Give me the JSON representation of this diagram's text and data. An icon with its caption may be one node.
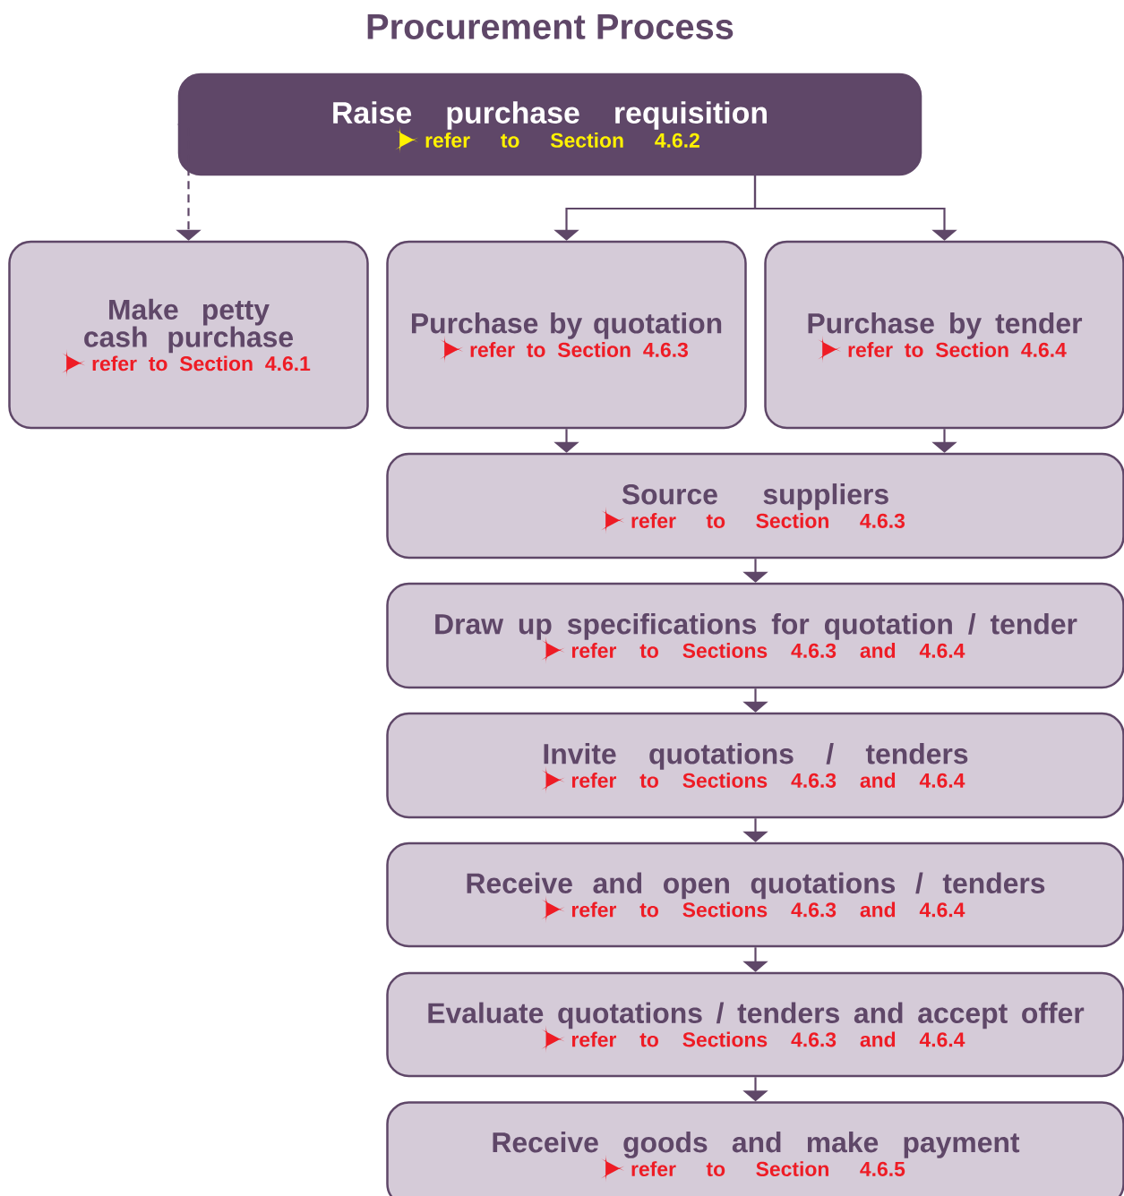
{
  "diagram": {
    "title": "Procurement Process",
    "nodes": [
      {
        "text": [
          "Raise purchase requisition",
          "refer to Section 4.6.2"
        ]
      },
      {
        "text": [
          "Make petty cash purchase",
          "refer to Section 4.6.1"
        ]
      },
      {
        "text": [
          "Purchase by quotation",
          "refer to Section 4.6.3"
        ]
      },
      {
        "text": [
          "Purchase by tender",
          "refer to Section 4.6.4"
        ]
      },
      {
        "text": [
          "Source suppliers",
          "refer to Section 4.6.3"
        ]
      },
      {
        "text": [
          "Draw up specifications for quotation / tender",
          "refer to Sections 4.6.3 and 4.6.4"
        ]
      },
      {
        "text": [
          "Invite quotations / tenders",
          "refer to Sections 4.6.3 and 4.6.4"
        ]
      },
      {
        "text": [
          "Receive and open quotations / tenders",
          "refer to Sections 4.6.3 and 4.6.4"
        ]
      },
      {
        "text": [
          "Evaluate quotations / tenders and accept offer",
          "refer to Sections 4.6.3 and 4.6.4"
        ]
      },
      {
        "text": [
          "Receive goods and make payment",
          "refer to Section 4.6.5"
        ]
      }
    ],
    "edges": [
      {
        "from": 0,
        "to": 1,
        "arrow": "to",
        "style": "dashed"
      },
      {
        "from": 0,
        "to": 2,
        "arrow": "to"
      },
      {
        "from": 0,
        "to": 3,
        "arrow": "to"
      },
      {
        "from": 2,
        "to": 4,
        "arrow": "to"
      },
      {
        "from": 3,
        "to": 4,
        "arrow": "to"
      },
      {
        "from": 4,
        "to": 5,
        "arrow": "to"
      },
      {
        "from": 5,
        "to": 6,
        "arrow": "to"
      },
      {
        "from": 6,
        "to": 7,
        "arrow": "to"
      },
      {
        "from": 7,
        "to": 8,
        "arrow": "to"
      },
      {
        "from": 8,
        "to": 9,
        "arrow": "to"
      }
    ]
  }
}
